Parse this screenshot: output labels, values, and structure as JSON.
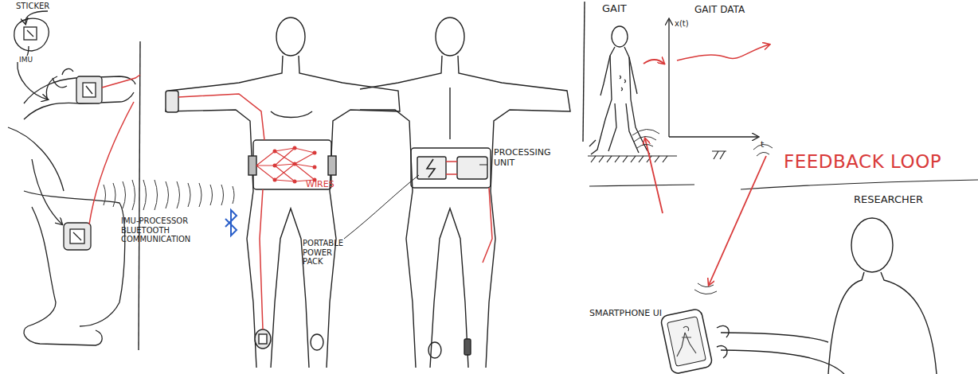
{
  "diagram": {
    "labels": [
      "STICKER",
      "IMU",
      "IMU-PROCESSOR BLUETOOTH COMMUNICATION",
      "WIRES",
      "PORTABLE POWER PACK",
      "PROCESSING UNIT",
      "GAIT",
      "GAIT DATA",
      "x(t)",
      "t",
      "FEEDBACK LOOP",
      "RESEARCHER",
      "SMARTPHONE UI"
    ]
  }
}
